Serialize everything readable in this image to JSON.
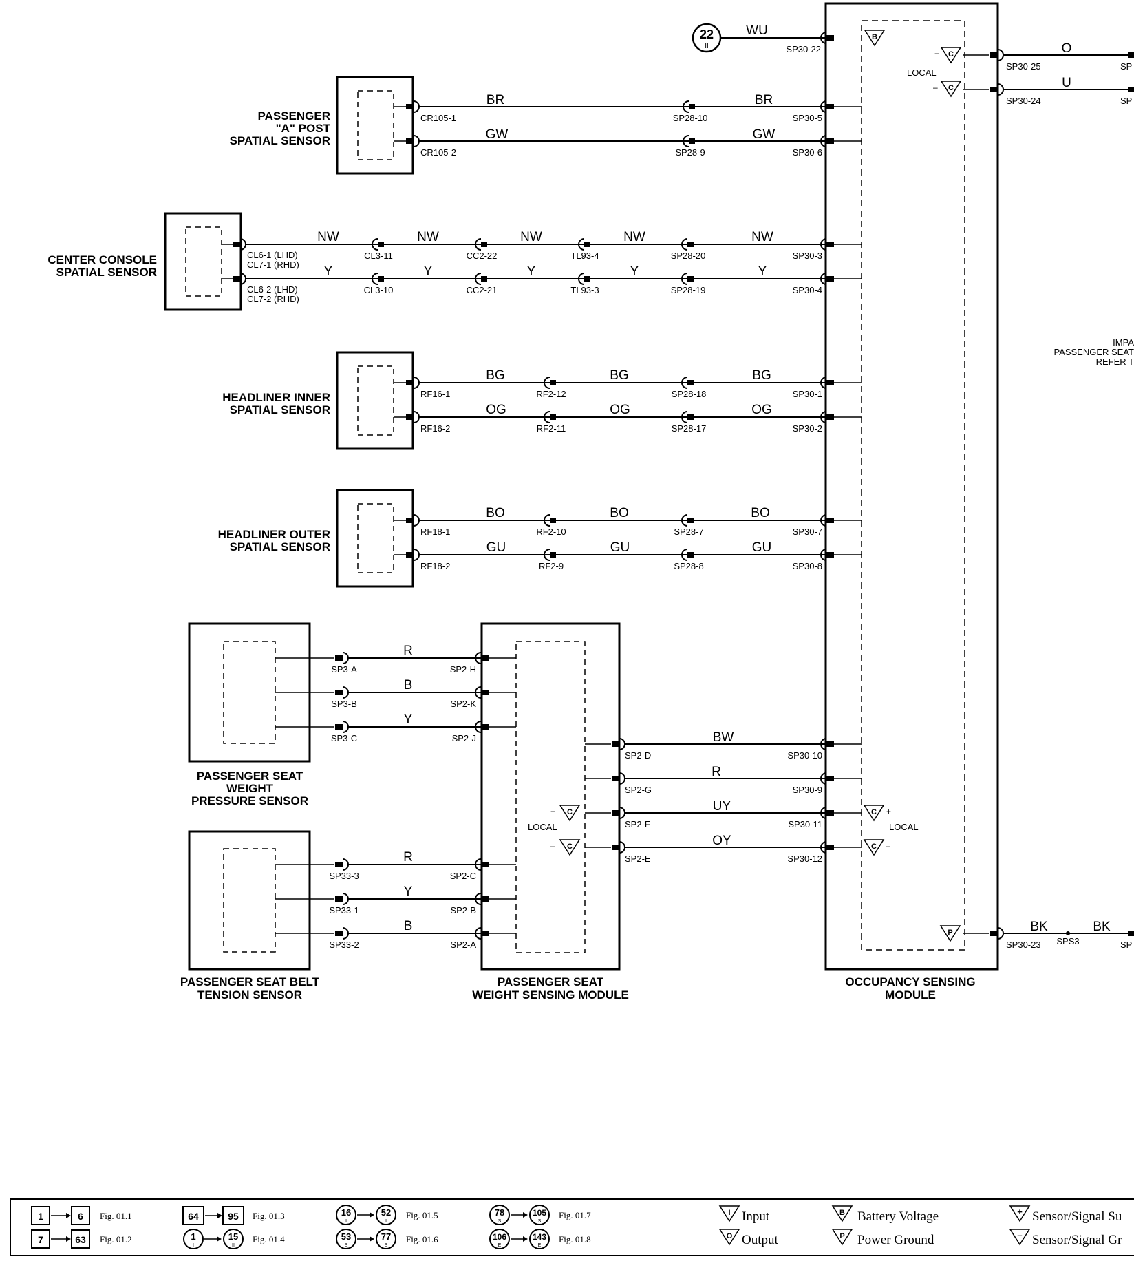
{
  "components": {
    "a_post": [
      "PASSENGER",
      "\"A\" POST",
      "SPATIAL SENSOR"
    ],
    "center_console": [
      "CENTER CONSOLE",
      "SPATIAL SENSOR"
    ],
    "headliner_inner": [
      "HEADLINER INNER",
      "SPATIAL SENSOR"
    ],
    "headliner_outer": [
      "HEADLINER OUTER",
      "SPATIAL SENSOR"
    ],
    "weight_pressure": [
      "PASSENGER SEAT",
      "WEIGHT",
      "PRESSURE SENSOR"
    ],
    "belt_tension": [
      "PASSENGER SEAT BELT",
      "TENSION SENSOR"
    ],
    "wsm": [
      "PASSENGER SEAT",
      "WEIGHT SENSING MODULE"
    ],
    "osm": [
      "OCCUPANCY SENSING",
      "MODULE"
    ]
  },
  "ref_circle": {
    "number": "22",
    "sub": "II"
  },
  "right_note": [
    "IMPA",
    "PASSENGER SEAT",
    "REFER T"
  ],
  "wires": [
    {
      "labels": [
        "WU"
      ],
      "connectors": [
        "SP30-22"
      ]
    },
    {
      "labels": [
        "BR",
        "BR"
      ],
      "connectors": [
        "CR105-1",
        "SP28-10",
        "SP30-5"
      ]
    },
    {
      "labels": [
        "GW",
        "GW"
      ],
      "connectors": [
        "CR105-2",
        "SP28-9",
        "SP30-6"
      ]
    },
    {
      "labels": [
        "NW",
        "NW",
        "NW",
        "NW",
        "NW"
      ],
      "connectors": [
        "CL6-1 (LHD)",
        "CL7-1 (RHD)",
        "CL3-11",
        "CC2-22",
        "TL93-4",
        "SP28-20",
        "SP30-3"
      ]
    },
    {
      "labels": [
        "Y",
        "Y",
        "Y",
        "Y",
        "Y"
      ],
      "connectors": [
        "CL6-2 (LHD)",
        "CL7-2 (RHD)",
        "CL3-10",
        "CC2-21",
        "TL93-3",
        "SP28-19",
        "SP30-4"
      ]
    },
    {
      "labels": [
        "BG",
        "BG",
        "BG"
      ],
      "connectors": [
        "RF16-1",
        "RF2-12",
        "SP28-18",
        "SP30-1"
      ]
    },
    {
      "labels": [
        "OG",
        "OG",
        "OG"
      ],
      "connectors": [
        "RF16-2",
        "RF2-11",
        "SP28-17",
        "SP30-2"
      ]
    },
    {
      "labels": [
        "BO",
        "BO",
        "BO"
      ],
      "connectors": [
        "RF18-1",
        "RF2-10",
        "SP28-7",
        "SP30-7"
      ]
    },
    {
      "labels": [
        "GU",
        "GU",
        "GU"
      ],
      "connectors": [
        "RF18-2",
        "RF2-9",
        "SP28-8",
        "SP30-8"
      ]
    },
    {
      "labels": [
        "R"
      ],
      "connectors": [
        "SP3-A",
        "SP2-H"
      ]
    },
    {
      "labels": [
        "B"
      ],
      "connectors": [
        "SP3-B",
        "SP2-K"
      ]
    },
    {
      "labels": [
        "Y"
      ],
      "connectors": [
        "SP3-C",
        "SP2-J"
      ]
    },
    {
      "labels": [
        "R"
      ],
      "connectors": [
        "SP33-3",
        "SP2-C"
      ]
    },
    {
      "labels": [
        "Y"
      ],
      "connectors": [
        "SP33-1",
        "SP2-B"
      ]
    },
    {
      "labels": [
        "B"
      ],
      "connectors": [
        "SP33-2",
        "SP2-A"
      ]
    },
    {
      "labels": [
        "BW"
      ],
      "connectors": [
        "SP2-D",
        "SP30-10"
      ]
    },
    {
      "labels": [
        "R"
      ],
      "connectors": [
        "SP2-G",
        "SP30-9"
      ]
    },
    {
      "labels": [
        "UY"
      ],
      "connectors": [
        "SP2-F",
        "SP30-11"
      ]
    },
    {
      "labels": [
        "OY"
      ],
      "connectors": [
        "SP2-E",
        "SP30-12"
      ]
    },
    {
      "labels": [
        "O"
      ],
      "connectors": [
        "SP30-25",
        "SP"
      ]
    },
    {
      "labels": [
        "U"
      ],
      "connectors": [
        "SP30-24",
        "SP"
      ]
    },
    {
      "labels": [
        "BK",
        "BK"
      ],
      "connectors": [
        "SP30-23",
        "SPS3",
        "SP"
      ]
    }
  ],
  "symbols": {
    "local": "LOCAL",
    "c": "C",
    "b": "B",
    "p": "P",
    "i": "I",
    "o": "O",
    "plus": "+",
    "minus": "–"
  },
  "legend": {
    "figs": [
      "Fig. 01.1",
      "Fig. 01.2",
      "Fig. 01.3",
      "Fig. 01.4",
      "Fig. 01.5",
      "Fig. 01.6",
      "Fig. 01.7",
      "Fig. 01.8"
    ],
    "boxes": [
      "1",
      "6",
      "7",
      "63",
      "64",
      "95"
    ],
    "circles": [
      {
        "n": "1",
        "s": "I"
      },
      {
        "n": "15",
        "s": "II"
      },
      {
        "n": "16",
        "s": "II"
      },
      {
        "n": "52",
        "s": "II"
      },
      {
        "n": "53",
        "s": "S"
      },
      {
        "n": "77",
        "s": "S"
      },
      {
        "n": "78",
        "s": "S"
      },
      {
        "n": "105",
        "s": "S"
      },
      {
        "n": "106",
        "s": "E"
      },
      {
        "n": "143",
        "s": "E"
      }
    ],
    "items": [
      "Input",
      "Output",
      "Battery Voltage",
      "Power Ground",
      "Sensor/Signal Su",
      "Sensor/Signal Gr"
    ]
  }
}
